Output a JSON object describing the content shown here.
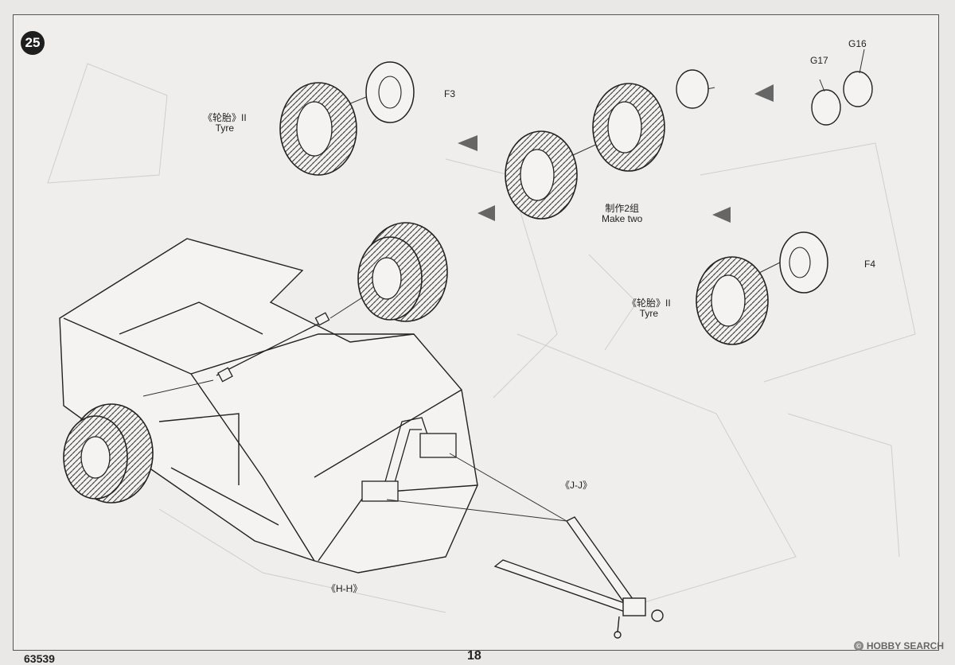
{
  "page": {
    "step_number": "25",
    "page_number": "18",
    "kit_code": "63539",
    "watermark": "HOBBY SEARCH"
  },
  "labels": {
    "tyre_left_cn": "《轮胎》II",
    "tyre_left_en": "Tyre",
    "f3": "F3",
    "g16": "G16",
    "g17": "G17",
    "make_two_cn": "制作2组",
    "make_two_en": "Make two",
    "tyre_right_cn": "《轮胎》II",
    "tyre_right_en": "Tyre",
    "f4": "F4",
    "jj": "《J-J》",
    "hh": "《H-H》"
  }
}
